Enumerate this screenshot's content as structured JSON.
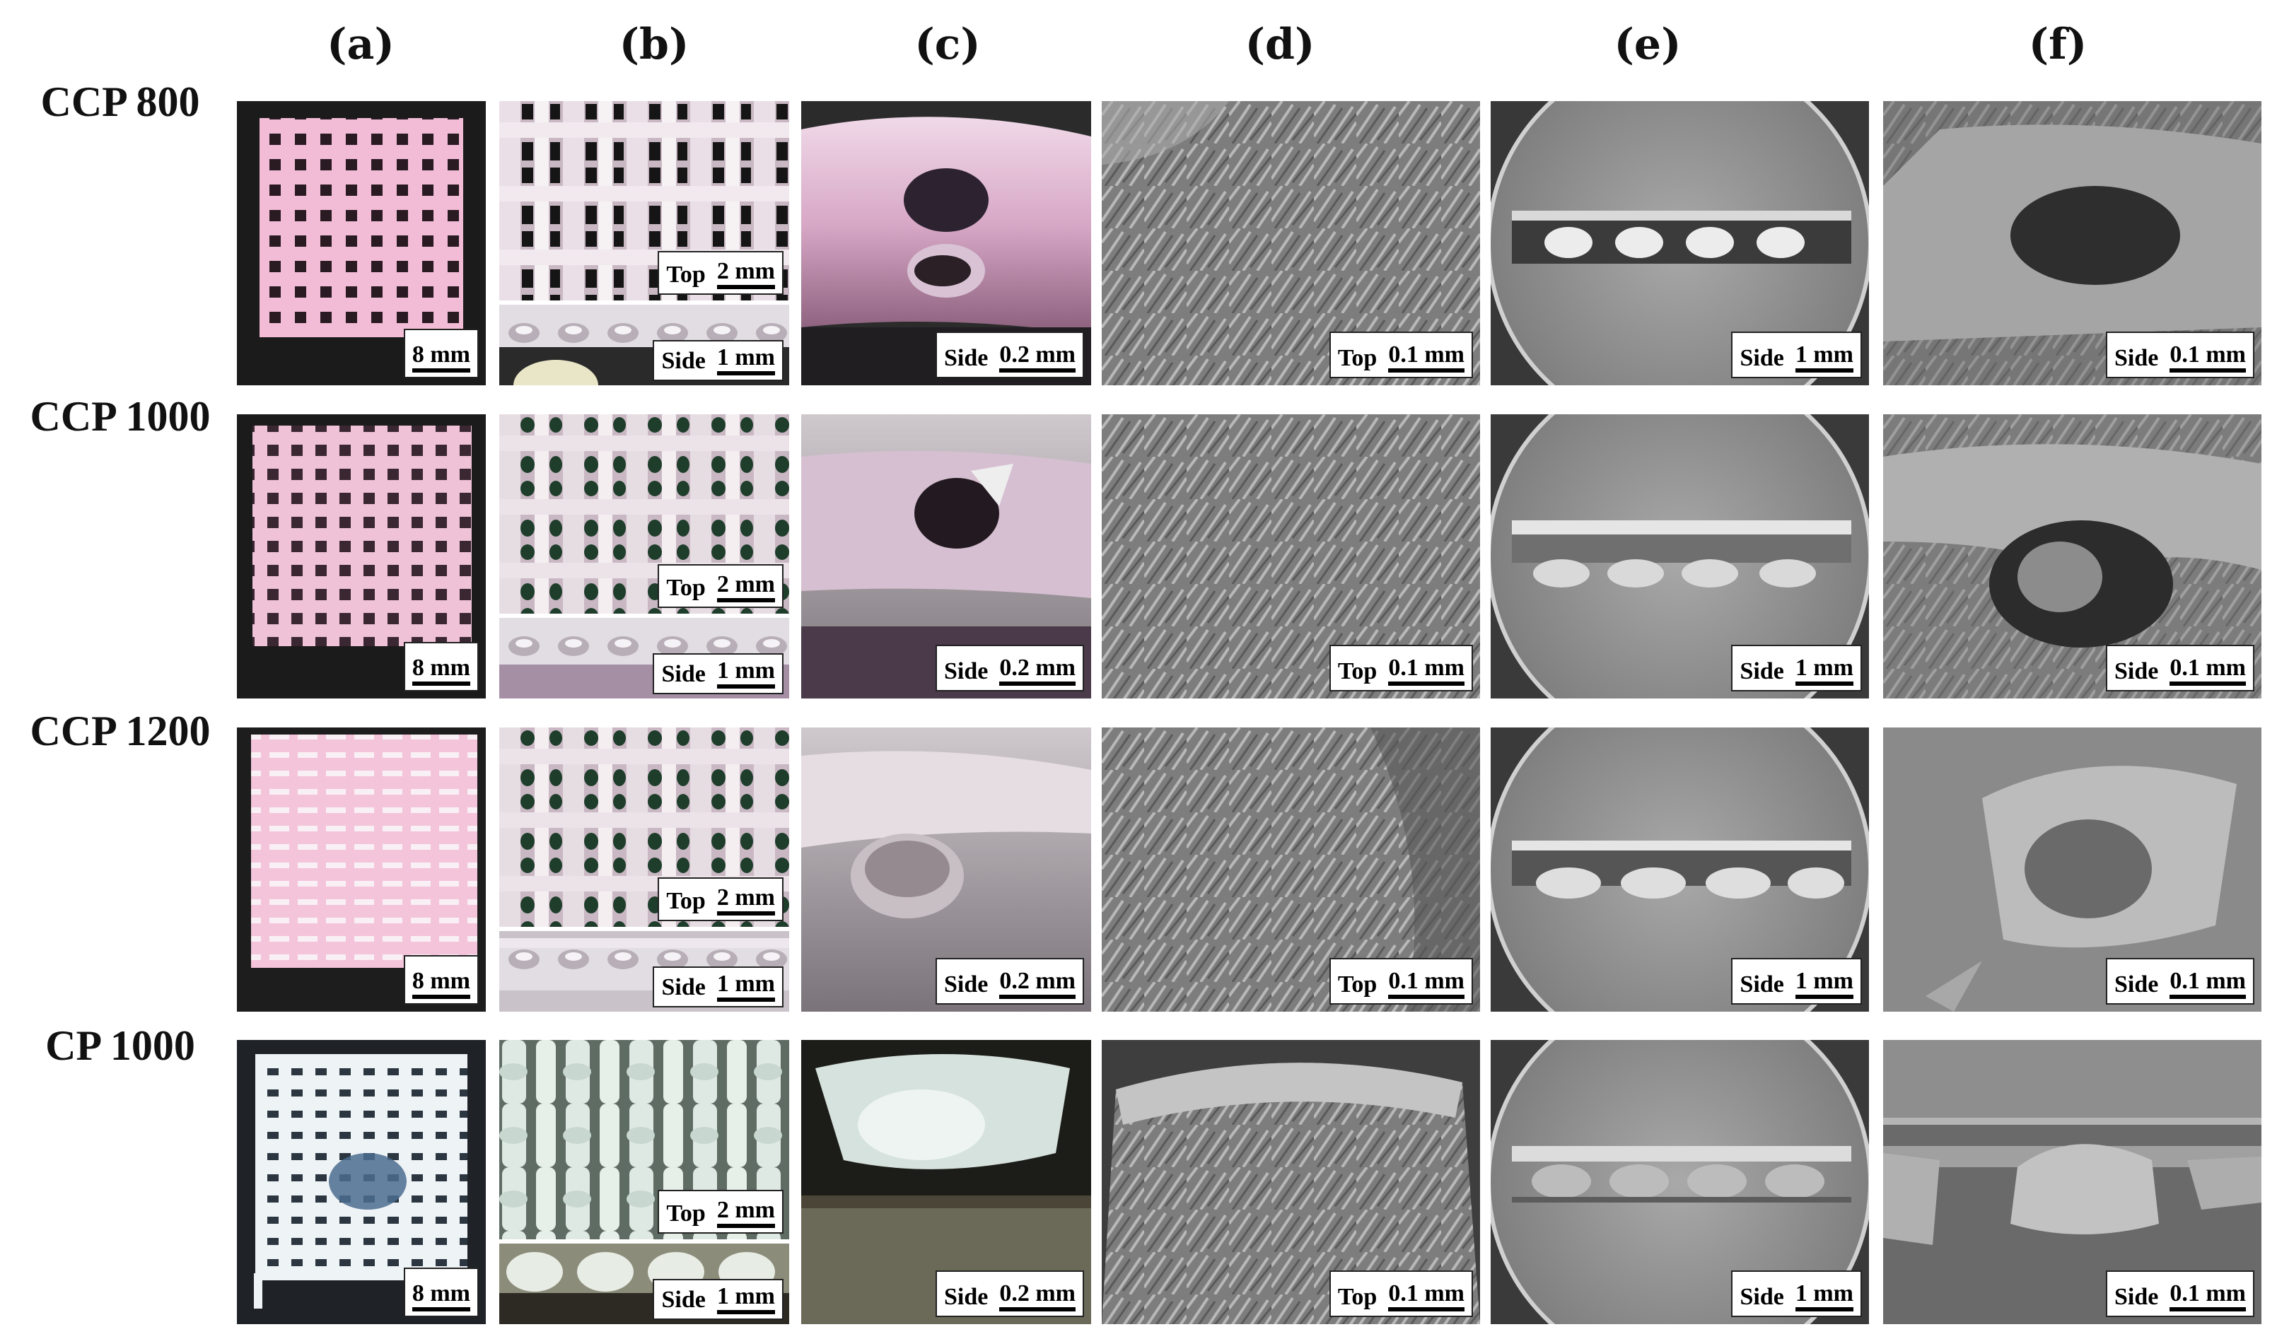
{
  "columns": [
    "(a)",
    "(b)",
    "(c)",
    "(d)",
    "(e)",
    "(f)"
  ],
  "rows": [
    "CCP 800",
    "CCP 1000",
    "CCP 1200",
    "CP 1000"
  ],
  "scale_bars": {
    "a": {
      "value": "8 mm"
    },
    "b_top": {
      "label": "Top",
      "value": "2 mm"
    },
    "b_side": {
      "label": "Side",
      "value": "1 mm"
    },
    "c": {
      "label": "Side",
      "value": "0.2 mm"
    },
    "d": {
      "label": "Top",
      "value": "0.1 mm"
    },
    "e": {
      "label": "Side",
      "value": "1 mm"
    },
    "f": {
      "label": "Side",
      "value": "0.1 mm"
    }
  },
  "colors": {
    "pink_scaffold": "#e9a9c8",
    "white_scaffold": "#eaf2f5",
    "sem_gray": "#8a8a8a",
    "dark_bg": "#1d1d1d"
  }
}
